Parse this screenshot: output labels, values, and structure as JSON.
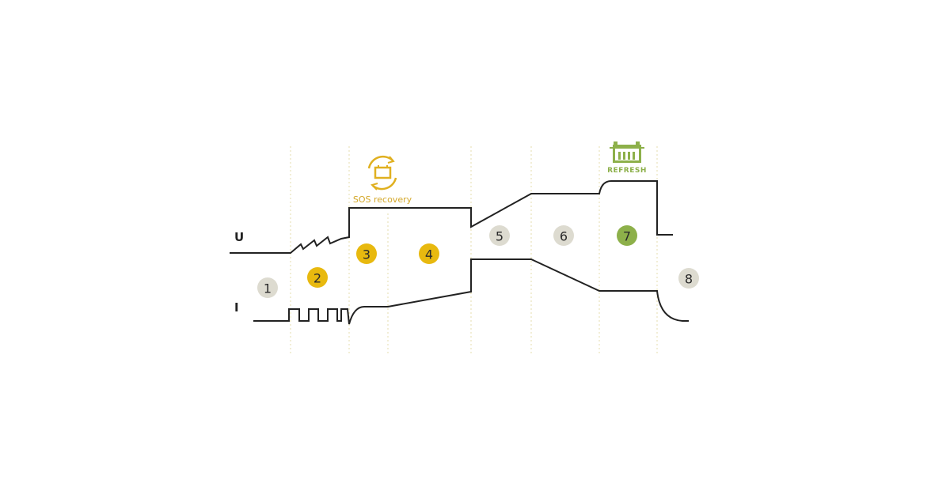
{
  "axes": {
    "voltage_label": "U",
    "current_label": "I"
  },
  "annotations": {
    "sos": {
      "label": "SOS recovery",
      "icon": "battery-recycle-icon",
      "color": "#e0b020"
    },
    "refresh": {
      "label": "REFRESH",
      "icon": "battery-icon",
      "color": "#8db04a"
    }
  },
  "phases": [
    {
      "label": "1",
      "color": "#dddbd0"
    },
    {
      "label": "2",
      "color": "#e8b90f"
    },
    {
      "label": "3",
      "color": "#e8b90f"
    },
    {
      "label": "4",
      "color": "#e8b90f"
    },
    {
      "label": "5",
      "color": "#dddbd0"
    },
    {
      "label": "6",
      "color": "#dddbd0"
    },
    {
      "label": "7",
      "color": "#8db04a"
    },
    {
      "label": "8",
      "color": "#dddbd0"
    }
  ]
}
